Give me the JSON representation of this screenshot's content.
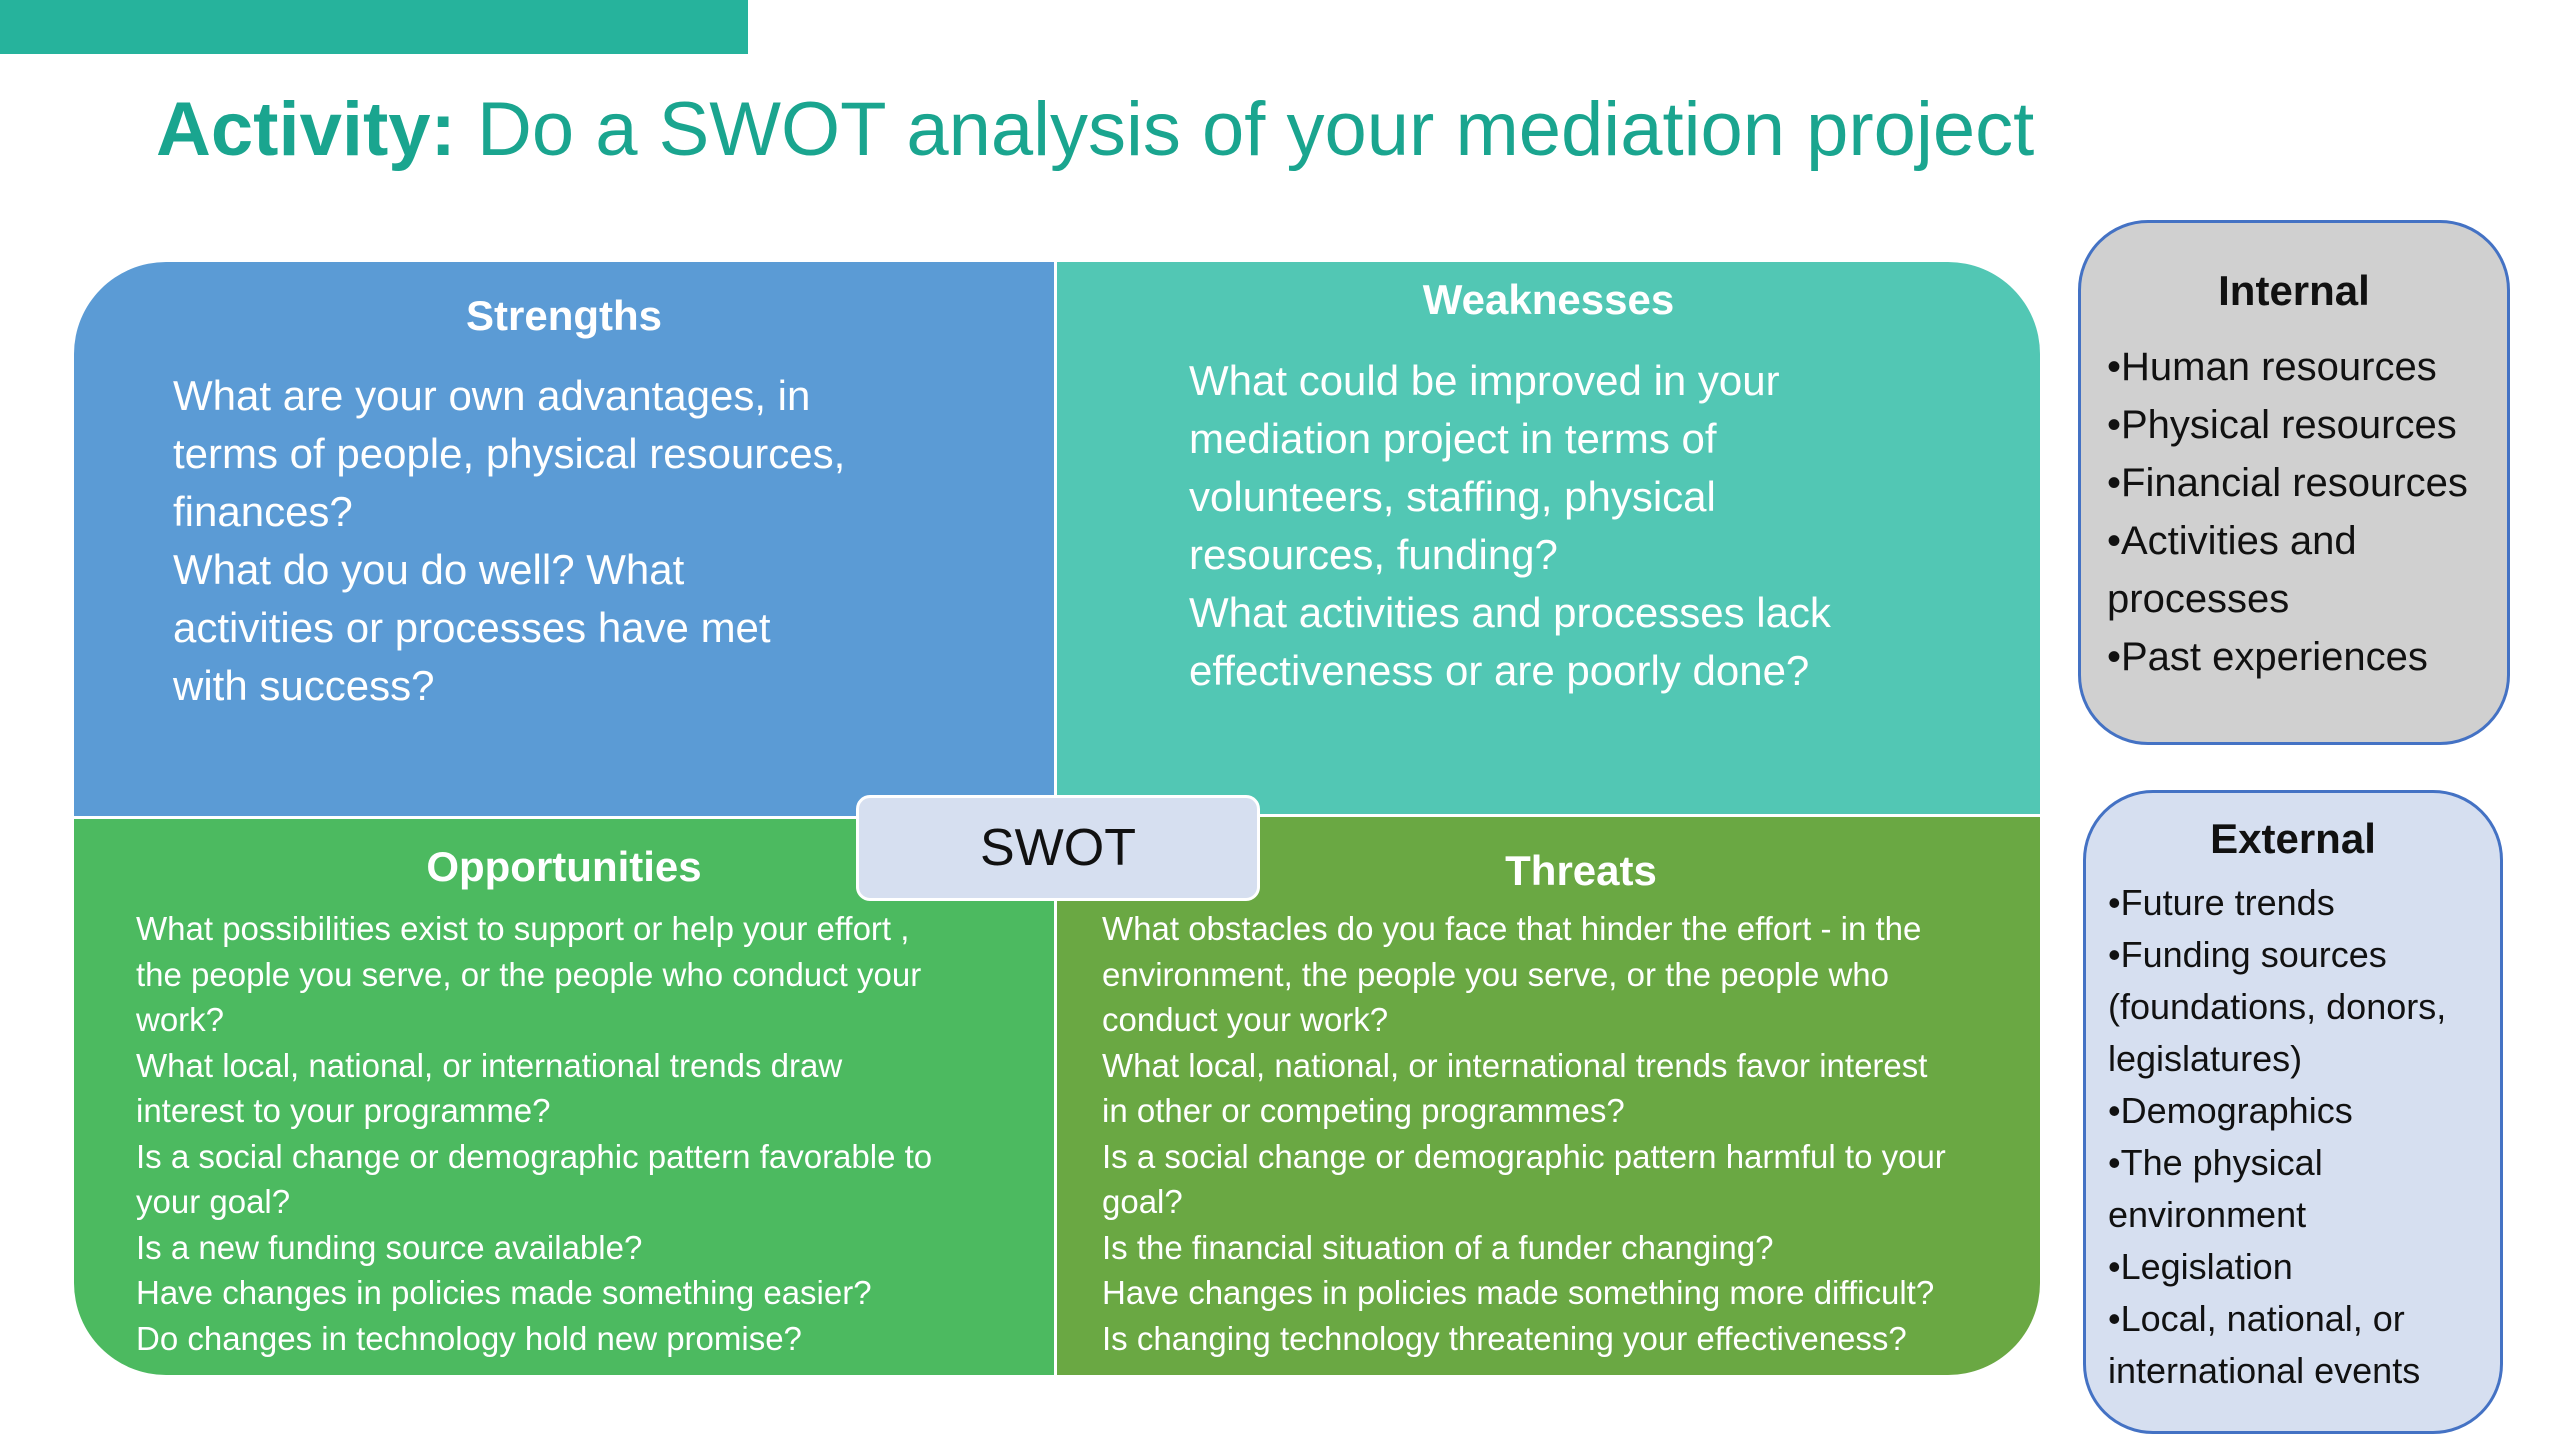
{
  "title": {
    "bold": "Activity:",
    "rest": " Do a SWOT analysis of your mediation project"
  },
  "swot_label": "SWOT",
  "strengths": {
    "heading": "Strengths",
    "lines": [
      "What are your own advantages, in",
      "terms of people, physical resources,",
      "finances?",
      "What do you do well? What",
      "activities or processes have met",
      "with success?"
    ]
  },
  "weaknesses": {
    "heading": "Weaknesses",
    "lines": [
      "What could be improved in your",
      "mediation project in terms of",
      "volunteers, staffing, physical",
      "resources, funding?",
      "What activities and processes lack",
      "effectiveness or are poorly done?"
    ]
  },
  "opportunities": {
    "heading": "Opportunities",
    "lines": [
      "What possibilities exist to support or help your effort ,",
      "the people you serve, or the people who conduct your",
      "work?",
      "What local, national, or international trends draw",
      "interest to your programme?",
      "Is a social change or demographic pattern favorable to",
      "your goal?",
      "Is a new funding source available?",
      "Have changes in policies made something easier?",
      "Do changes in technology hold new promise?"
    ]
  },
  "threats": {
    "heading": "Threats",
    "lines": [
      "What obstacles do you face that hinder the effort - in the",
      "environment, the people you serve, or the people who",
      "conduct your work?",
      "What local, national, or international trends favor interest",
      "in other or competing programmes?",
      "Is a social change or demographic pattern harmful to your",
      "goal?",
      "Is the financial situation of a funder changing?",
      "Have changes in policies made something more difficult?",
      "Is changing technology threatening your effectiveness?"
    ]
  },
  "internal": {
    "heading": "Internal",
    "lines": [
      "•Human resources",
      "•Physical resources",
      "•Financial resources",
      "•Activities and",
      "processes",
      "•Past experiences"
    ]
  },
  "external": {
    "heading": "External",
    "lines": [
      "•Future trends",
      "•Funding sources",
      "(foundations, donors,",
      "legislatures)",
      "•Demographics",
      "•The physical",
      "environment",
      "•Legislation",
      "•Local, national, or",
      "international events"
    ]
  },
  "colors": {
    "accent": "#26b39c",
    "title": "#1aa58f",
    "strengths": "#5b9bd5",
    "weaknesses": "#52c7b4",
    "opportunities": "#4cba60",
    "threats": "#6aa843",
    "internal": "#d0d0d0",
    "external": "#d6dff0"
  }
}
